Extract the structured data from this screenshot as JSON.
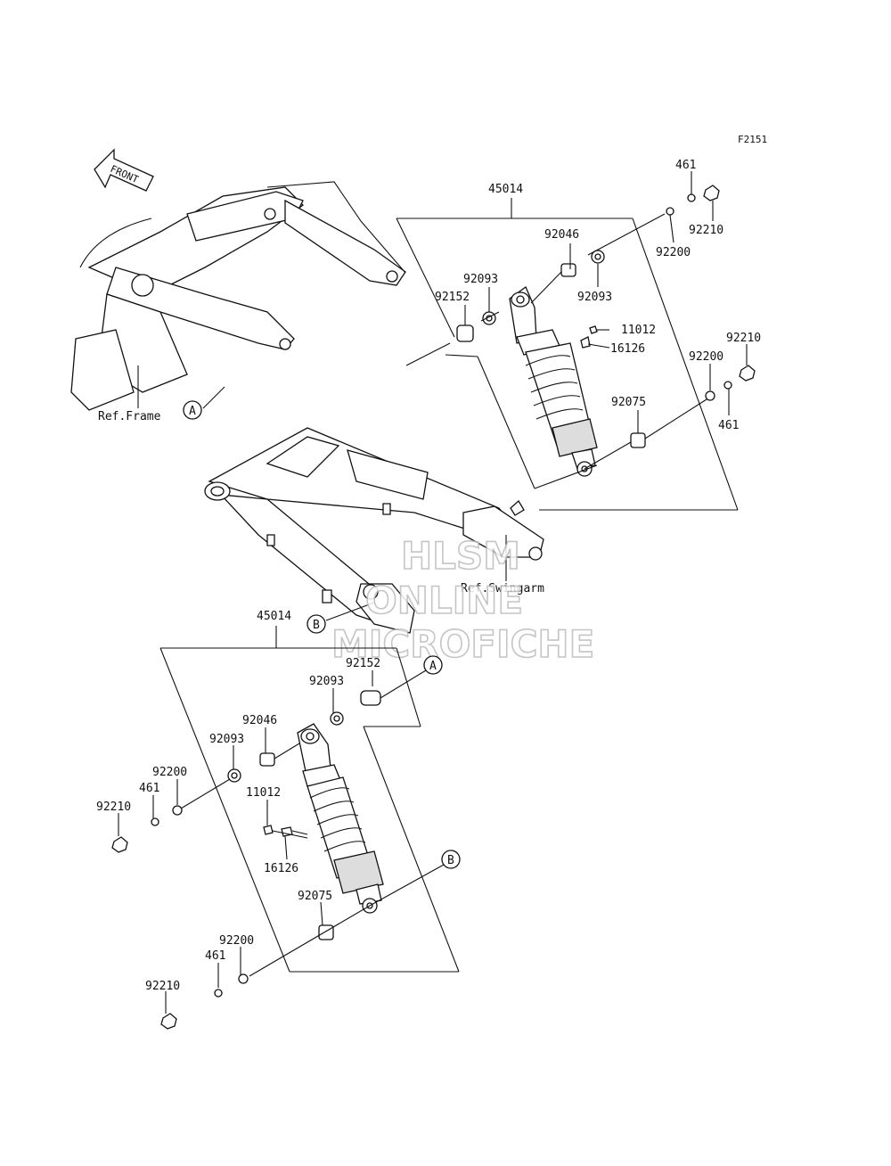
{
  "figure_id": "F2151",
  "front_arrow": "FRONT",
  "refs": {
    "frame": "Ref.Frame",
    "swingarm": "Ref.Swingarm"
  },
  "callouts": {
    "a": "A",
    "b": "B"
  },
  "watermark": {
    "line1": "HLSM",
    "line2": "ONLINE",
    "line3": "MICROFICHE"
  },
  "upper_group": {
    "assembly": "45014",
    "p92046": "92046",
    "p92093a": "92093",
    "p92093b": "92093",
    "p92152": "92152",
    "p11012": "11012",
    "p16126": "16126",
    "p92075": "92075",
    "p461a": "461",
    "p92210a": "92210",
    "p92200a": "92200",
    "p92210b": "92210",
    "p92200b": "92200",
    "p461b": "461"
  },
  "lower_group": {
    "assembly": "45014",
    "p92152": "92152",
    "p92093a": "92093",
    "p92046": "92046",
    "p92093b": "92093",
    "p92200a": "92200",
    "p461a": "461",
    "p92210a": "92210",
    "p11012": "11012",
    "p16126": "16126",
    "p92075": "92075",
    "p92200b": "92200",
    "p461b": "461",
    "p92210b": "92210"
  }
}
